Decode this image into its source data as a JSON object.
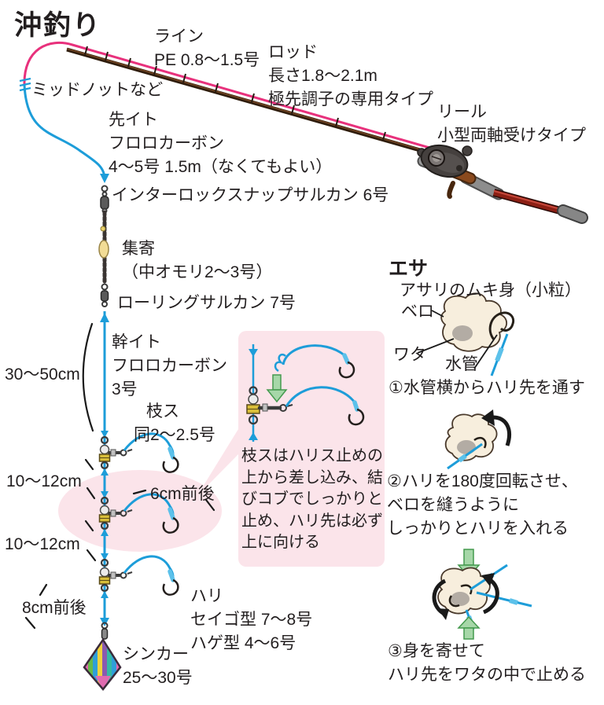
{
  "title": "沖釣り",
  "colors": {
    "line_blue": "#1d9dd9",
    "line_pink": "#e8317c",
    "highlight_pink": "#fbe4ea",
    "connector_yellow": "#d8be3a",
    "arrow_green": "#a6d7a8",
    "rod_brown": "#6b4020"
  },
  "rig": {
    "line": "ライン\nPE 0.8〜1.5号",
    "rod": "ロッド\n長さ1.8〜2.1m\n極先調子の専用タイプ",
    "reel": "リール\n小型両軸受けタイプ",
    "midknot": "ミッドノットなど",
    "leader": "先イト\nフロロカーボン\n4〜5号 1.5m（なくてもよい）",
    "snap_swivel": "インターロックスナップサルカン 6号",
    "attractor": "集寄\n（中オモリ2〜3号）",
    "rolling_swivel": "ローリングサルカン 7号",
    "main_line": "幹イト\nフロロカーボン\n3号",
    "branch_line": "枝ス\n同2〜2.5号",
    "hook": "ハリ\nセイゴ型 7〜8号\nハゲ型 4〜6号",
    "sinker": "シンカー\n25〜30号",
    "len_upper": "30〜50cm",
    "len_mid1": "10〜12cm",
    "len_mid2": "10〜12cm",
    "len_lower": "8cm前後",
    "branch_len": "6cm前後"
  },
  "callout": {
    "text": "枝スはハリス止めの上から差し込み、結びコブでしっかりと止め、ハリ先は必ず上に向ける"
  },
  "bait": {
    "title": "エサ",
    "subtitle": "アサリのムキ身（小粒）",
    "part_bero": "ベロ",
    "part_wata": "ワタ",
    "part_suikan": "水管",
    "step1": "①水管横からハリ先を通す",
    "step2": "②ハリを180度回転させ、\nベロを縫うように\nしっかりとハリを入れる",
    "step3": "③身を寄せて\nハリ先をワタの中で止める"
  }
}
